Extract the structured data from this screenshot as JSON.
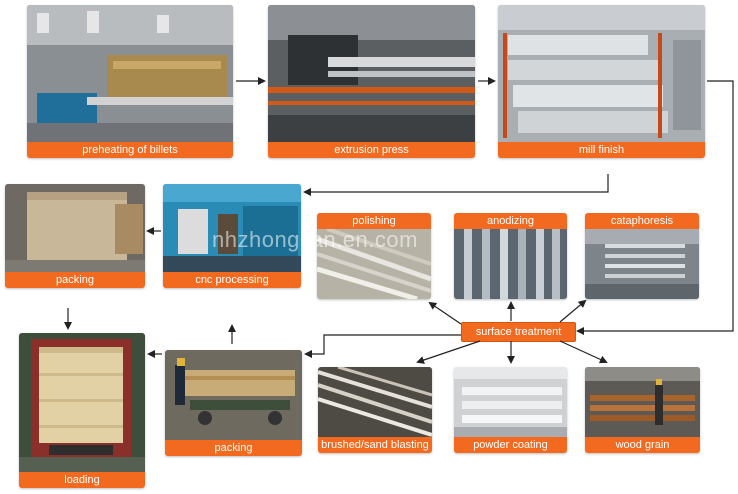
{
  "steps": {
    "preheating": "preheating of billets",
    "extrusion": "extrusion press",
    "mill_finish": "mill finish",
    "packing_top": "packing",
    "cnc": "cnc processing",
    "polishing": "polishing",
    "anodizing": "anodizing",
    "cataphoresis": "cataphoresis",
    "surface_treatment": "surface treatment",
    "loading": "loading",
    "packing_bottom": "packing",
    "brushed": "brushed/sand blasting",
    "powder": "powder coating",
    "wood_grain": "wood grain"
  },
  "watermark": "nhzhonglian.en.com",
  "colors": {
    "label_bg": "#f26a1f",
    "label_text": "#ffffff",
    "arrow": "#222222"
  }
}
